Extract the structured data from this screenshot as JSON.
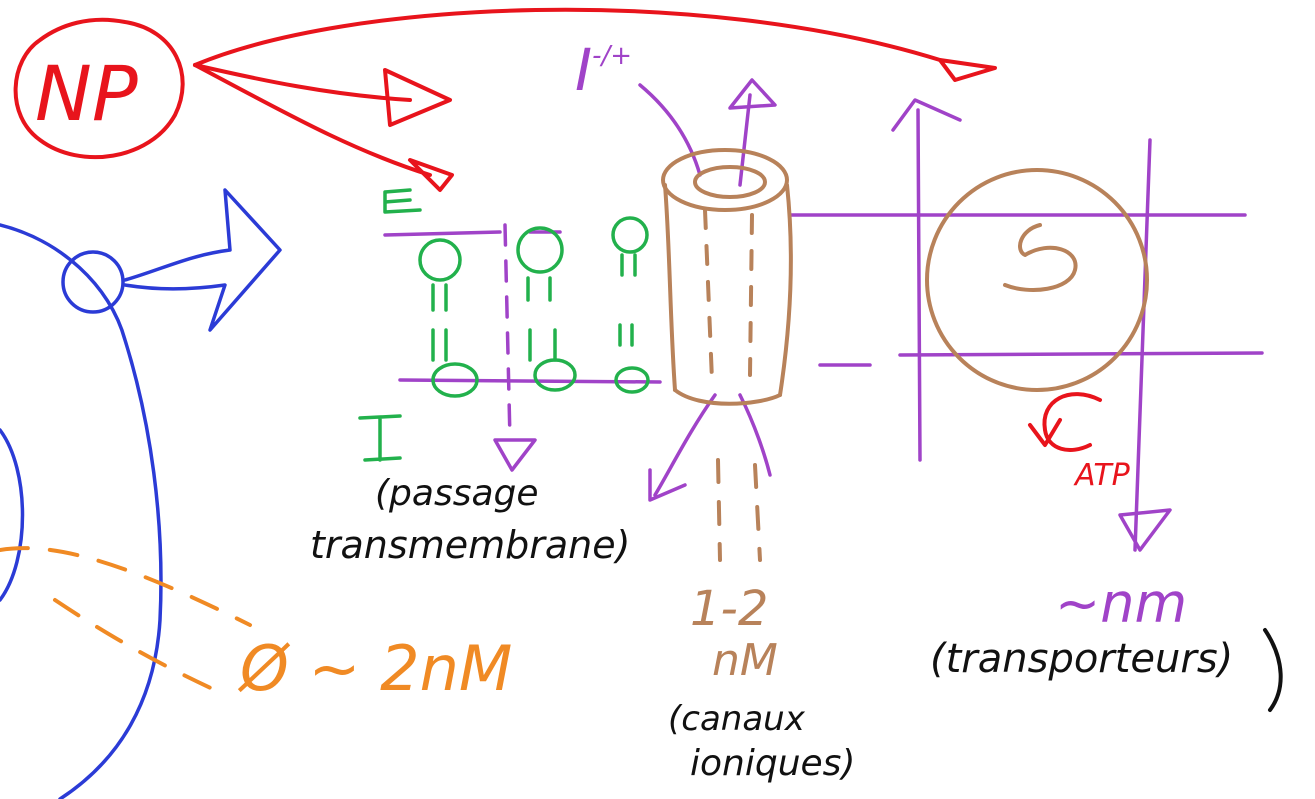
{
  "colors": {
    "red": "#e8141c",
    "blue": "#2b3bd6",
    "green": "#22b14c",
    "purple": "#a043c8",
    "brown": "#b8825a",
    "orange": "#f08a24",
    "black": "#111111"
  },
  "labels": {
    "np": "NP",
    "i_exponent": "I",
    "i_exponent_sup": "-/+",
    "e_label": "E",
    "i_label": "I",
    "passage_line1": "(passage",
    "passage_line2": "transmembrane)",
    "channel_size": "1-2",
    "channel_unit": "nM",
    "channel_desc_line1": "(canaux",
    "channel_desc_line2": "ioniques)",
    "transporter_size": "~nm",
    "transporter_desc": "(transporteurs)",
    "atp_label": "ATP",
    "np_diameter": "Ø ~ 2nM"
  }
}
